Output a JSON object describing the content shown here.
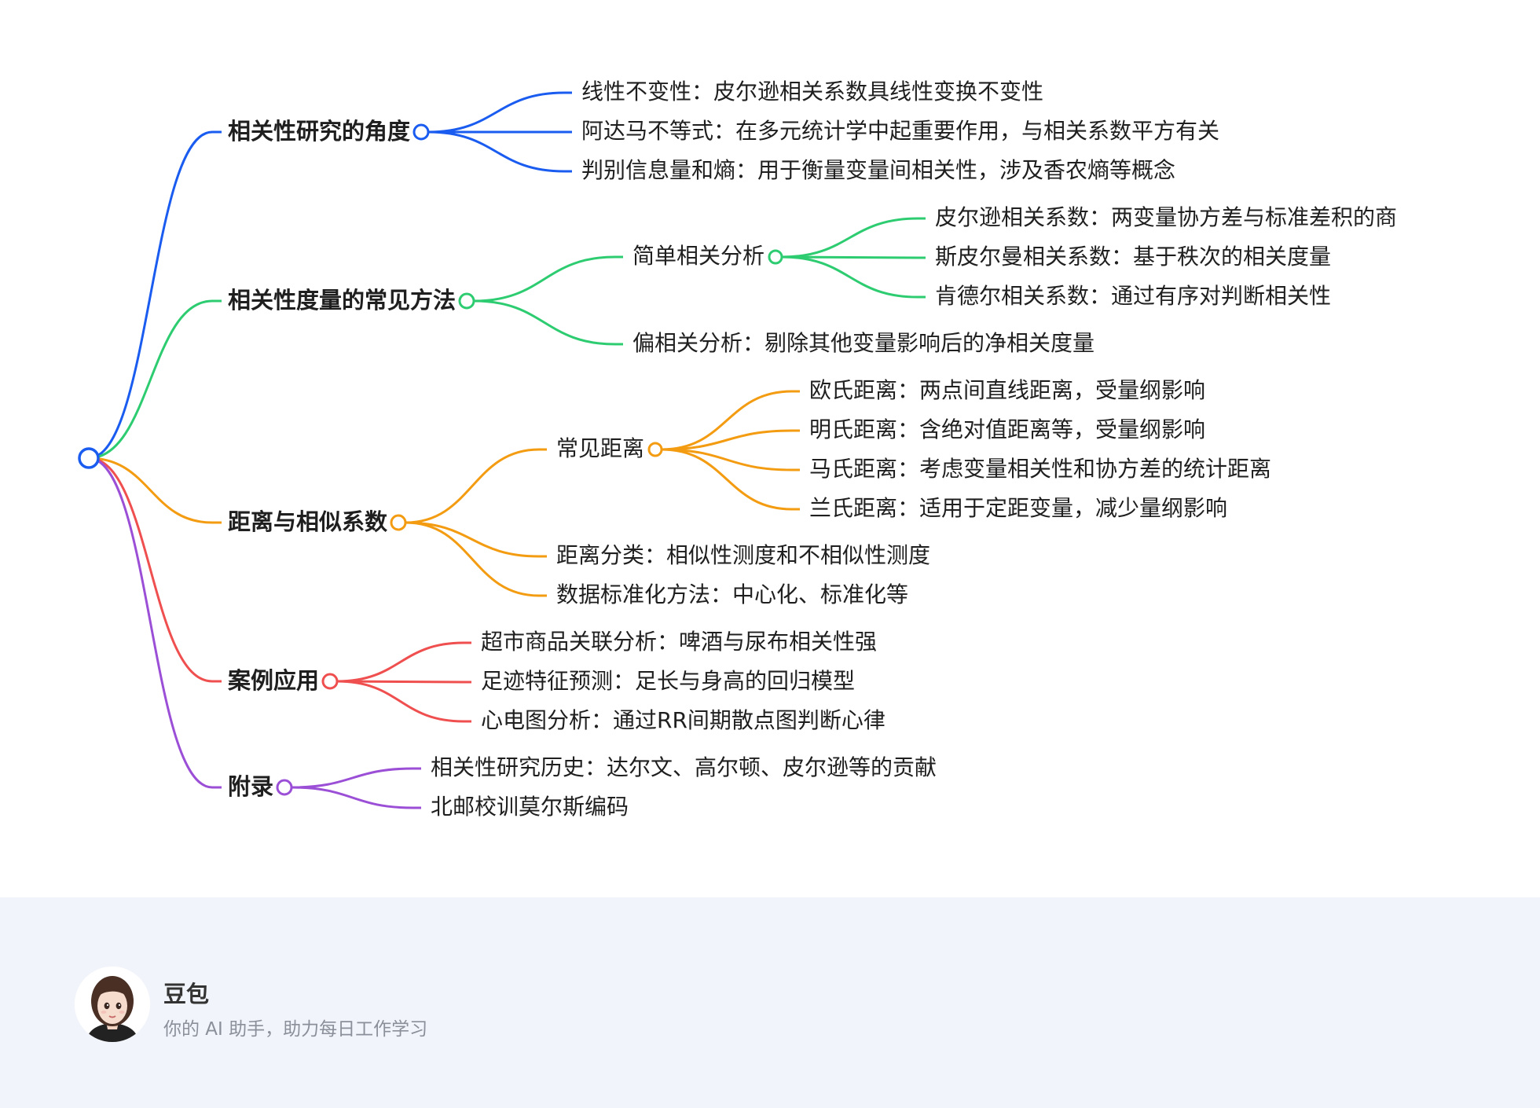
{
  "colors": {
    "blue": "#1a5cf0",
    "green": "#2ecc71",
    "orange": "#f39c12",
    "red": "#ef4f4f",
    "purple": "#9b4fd6",
    "root": "#1a5cf0",
    "footer_bg": "#f1f4fa"
  },
  "mindmap": {
    "branches": [
      {
        "label": "相关性研究的角度",
        "color": "blue",
        "children": [
          {
            "label": "线性不变性：皮尔逊相关系数具线性变换不变性"
          },
          {
            "label": "阿达马不等式：在多元统计学中起重要作用，与相关系数平方有关"
          },
          {
            "label": "判别信息量和熵：用于衡量变量间相关性，涉及香农熵等概念"
          }
        ]
      },
      {
        "label": "相关性度量的常见方法",
        "color": "green",
        "children": [
          {
            "label": "简单相关分析",
            "children": [
              {
                "label": "皮尔逊相关系数：两变量协方差与标准差积的商"
              },
              {
                "label": "斯皮尔曼相关系数：基于秩次的相关度量"
              },
              {
                "label": "肯德尔相关系数：通过有序对判断相关性"
              }
            ]
          },
          {
            "label": "偏相关分析：剔除其他变量影响后的净相关度量"
          }
        ]
      },
      {
        "label": "距离与相似系数",
        "color": "orange",
        "children": [
          {
            "label": "常见距离",
            "children": [
              {
                "label": "欧氏距离：两点间直线距离，受量纲影响"
              },
              {
                "label": "明氏距离：含绝对值距离等，受量纲影响"
              },
              {
                "label": "马氏距离：考虑变量相关性和协方差的统计距离"
              },
              {
                "label": "兰氏距离：适用于定距变量，减少量纲影响"
              }
            ]
          },
          {
            "label": "距离分类：相似性测度和不相似性测度"
          },
          {
            "label": "数据标准化方法：中心化、标准化等"
          }
        ]
      },
      {
        "label": "案例应用",
        "color": "red",
        "children": [
          {
            "label": "超市商品关联分析：啤酒与尿布相关性强"
          },
          {
            "label": "足迹特征预测：足长与身高的回归模型"
          },
          {
            "label": "心电图分析：通过RR间期散点图判断心律"
          }
        ]
      },
      {
        "label": "附录",
        "color": "purple",
        "children": [
          {
            "label": "相关性研究历史：达尔文、高尔顿、皮尔逊等的贡献"
          },
          {
            "label": "北邮校训莫尔斯编码"
          }
        ]
      }
    ]
  },
  "footer": {
    "name": "豆包",
    "tagline": "你的 AI 助手，助力每日工作学习",
    "avatar_icon": "avatar-girl-icon"
  }
}
